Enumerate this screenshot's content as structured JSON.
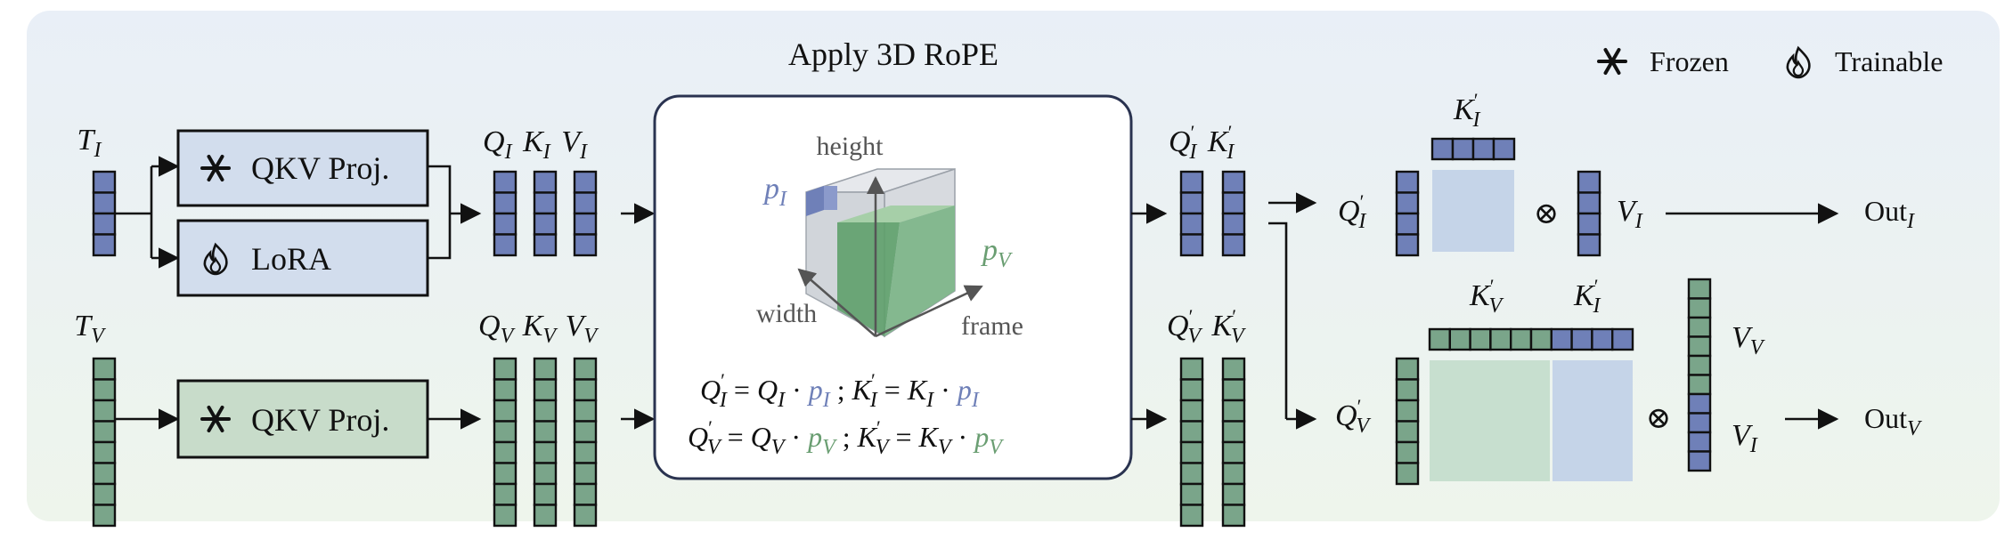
{
  "title": "Apply 3D RoPE",
  "legend": {
    "frozen_icon": "snowflake-icon",
    "frozen_label": "Frozen",
    "trainable_icon": "flame-icon",
    "trainable_label": "Trainable"
  },
  "inputs": {
    "image_token": {
      "base": "T",
      "sub": "I"
    },
    "video_token": {
      "base": "T",
      "sub": "V"
    }
  },
  "blocks": {
    "qkv_image": "QKV Proj.",
    "lora": "LoRA",
    "qkv_video": "QKV Proj."
  },
  "proj_outputs_image": [
    {
      "base": "Q",
      "sub": "I"
    },
    {
      "base": "K",
      "sub": "I"
    },
    {
      "base": "V",
      "sub": "I"
    }
  ],
  "proj_outputs_video": [
    {
      "base": "Q",
      "sub": "V"
    },
    {
      "base": "K",
      "sub": "V"
    },
    {
      "base": "V",
      "sub": "V"
    }
  ],
  "rope": {
    "axis_height": "height",
    "axis_width": "width",
    "axis_frame": "frame",
    "pos_image": {
      "base": "p",
      "sub": "I"
    },
    "pos_video": {
      "base": "p",
      "sub": "V"
    },
    "eq_image_q": {
      "lhs": "Q",
      "lhs_sub": "I",
      "rhs": "Q",
      "rhs_sub": "I",
      "p": "p",
      "p_sub": "I"
    },
    "eq_image_k": {
      "lhs": "K",
      "lhs_sub": "I",
      "rhs": "K",
      "rhs_sub": "I",
      "p": "p",
      "p_sub": "I"
    },
    "eq_video_q": {
      "lhs": "Q",
      "lhs_sub": "V",
      "rhs": "Q",
      "rhs_sub": "V",
      "p": "p",
      "p_sub": "V"
    },
    "eq_video_k": {
      "lhs": "K",
      "lhs_sub": "V",
      "rhs": "K",
      "rhs_sub": "V",
      "p": "p",
      "p_sub": "V"
    }
  },
  "rope_outputs_image": [
    {
      "base": "Q",
      "sub": "I"
    },
    {
      "base": "K",
      "sub": "I"
    }
  ],
  "rope_outputs_video": [
    {
      "base": "Q",
      "sub": "V"
    },
    {
      "base": "K",
      "sub": "V"
    }
  ],
  "attention_image": {
    "query": {
      "base": "Q",
      "sub": "I"
    },
    "key": {
      "base": "K",
      "sub": "I"
    },
    "value": {
      "base": "V",
      "sub": "I"
    },
    "operator": "⊗",
    "output": {
      "base": "Out",
      "sub": "I"
    }
  },
  "attention_video": {
    "query": {
      "base": "Q",
      "sub": "V"
    },
    "key_video": {
      "base": "K",
      "sub": "V"
    },
    "key_image": {
      "base": "K",
      "sub": "I"
    },
    "value_video": {
      "base": "V",
      "sub": "V"
    },
    "value_image": {
      "base": "V",
      "sub": "I"
    },
    "operator": "⊗",
    "output": {
      "base": "Out",
      "sub": "V"
    }
  },
  "colors": {
    "image_token": "#6f80b8",
    "video_token": "#7aa58a",
    "image_block": "#d2dded",
    "video_block": "#c8dcca",
    "image_attn": "#c5d4e8",
    "video_attn": "#c7dfcf",
    "background_top": "#e9eff7",
    "background_bottom": "#eef5ec"
  }
}
